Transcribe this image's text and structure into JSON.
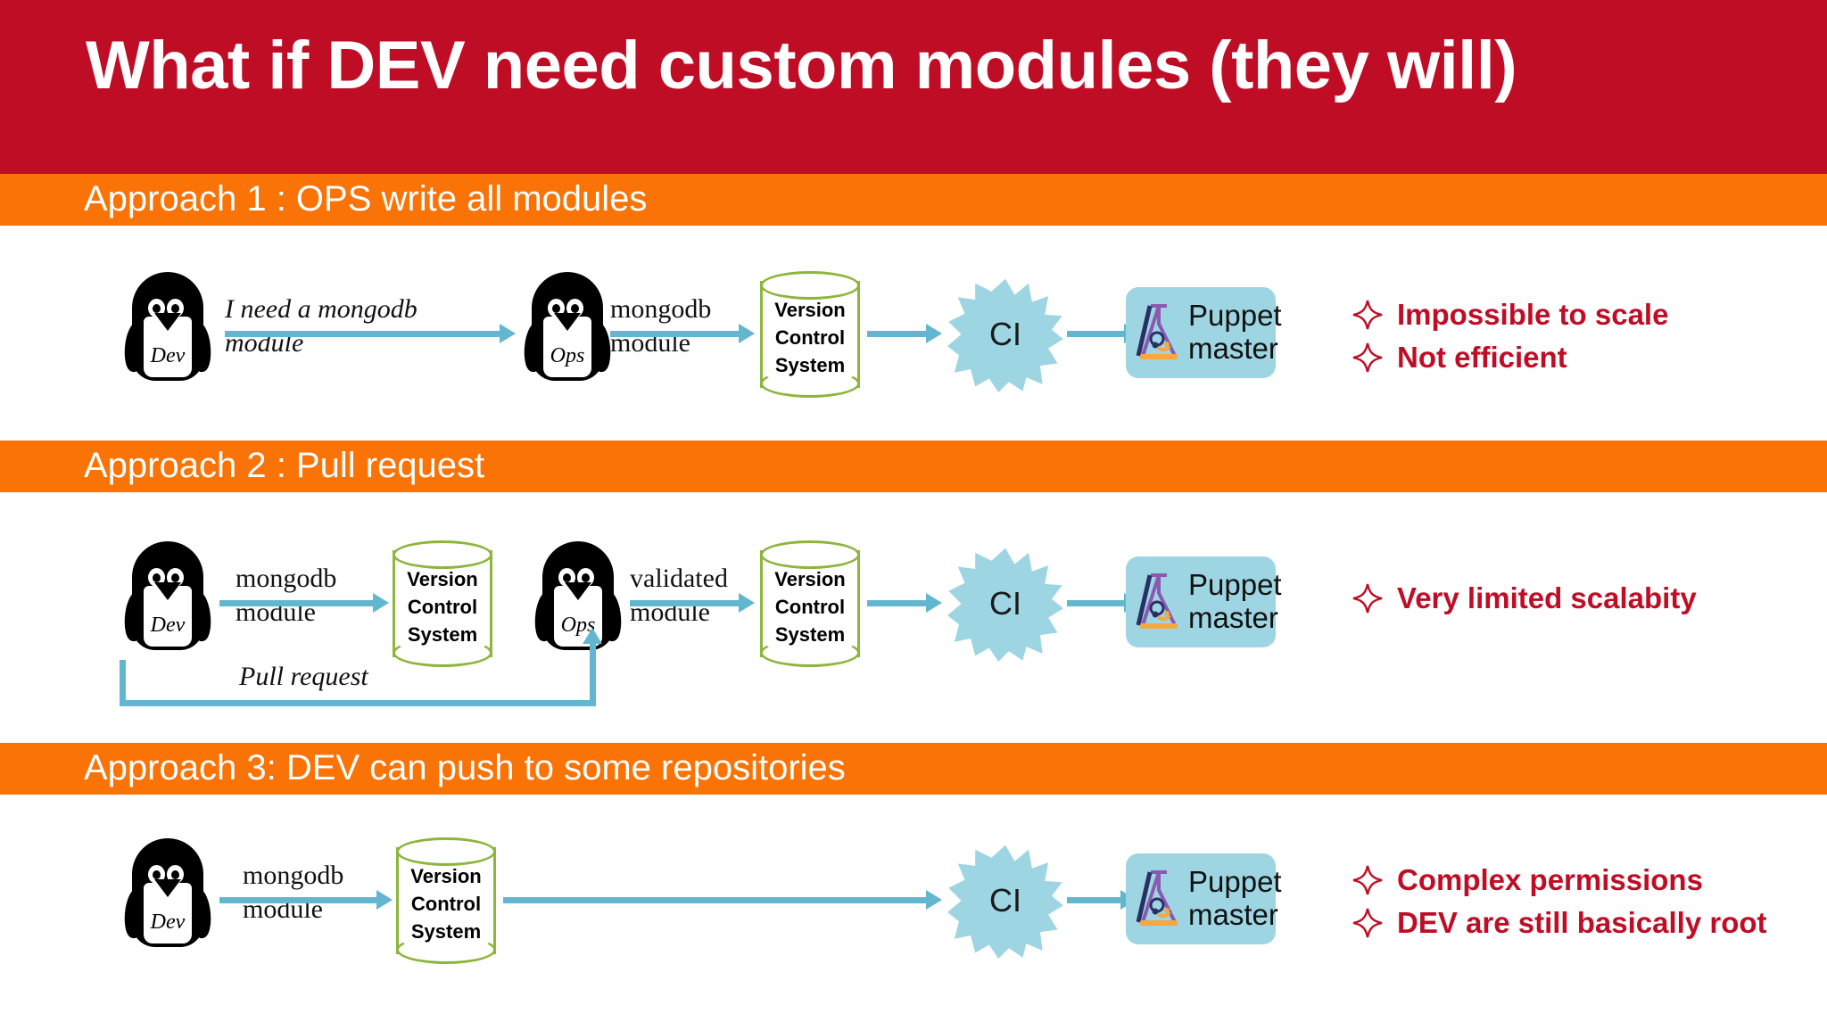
{
  "colors": {
    "title_bar": "#c00d26",
    "section_bar": "#f97306",
    "arrow": "#63b6cf",
    "cylinder_outline": "#8cb63c",
    "ci_fill": "#9ed5e3",
    "puppet_fill": "#9ed5e3",
    "bullet_red": "#c00d26",
    "background": "#ffffff"
  },
  "title": "What if DEV need custom modules (they will)",
  "sections": [
    {
      "heading": "Approach 1 : OPS write all modules",
      "nodes": {
        "dev": "Dev",
        "ops": "Ops",
        "vcs": [
          "Version",
          "Control",
          "System"
        ],
        "ci": "CI",
        "puppet": [
          "Puppet",
          "master"
        ]
      },
      "edges": [
        {
          "label": [
            "I need a mongodb",
            "module"
          ],
          "style": "italic"
        },
        {
          "label": [
            "mongodb",
            "module"
          ],
          "style": "normal"
        },
        {
          "label": [],
          "style": "normal"
        },
        {
          "label": [],
          "style": "normal"
        }
      ],
      "bullets": [
        "Impossible to scale",
        "Not efficient"
      ]
    },
    {
      "heading": "Approach 2 : Pull request",
      "nodes": {
        "dev": "Dev",
        "ops": "Ops",
        "vcs": [
          "Version",
          "Control",
          "System"
        ],
        "vcs2": [
          "Version",
          "Control",
          "System"
        ],
        "ci": "CI",
        "puppet": [
          "Puppet",
          "master"
        ]
      },
      "edges": [
        {
          "label": [
            "mongodb",
            "module"
          ],
          "style": "normal"
        },
        {
          "label": [
            "validated",
            "module"
          ],
          "style": "normal"
        },
        {
          "label": [],
          "style": "normal"
        },
        {
          "label": [],
          "style": "normal"
        },
        {
          "label": [
            "Pull request"
          ],
          "style": "italic"
        }
      ],
      "bullets": [
        "Very limited scalabity"
      ]
    },
    {
      "heading": "Approach 3: DEV can push to some repositories",
      "nodes": {
        "dev": "Dev",
        "vcs": [
          "Version",
          "Control",
          "System"
        ],
        "ci": "CI",
        "puppet": [
          "Puppet",
          "master"
        ]
      },
      "edges": [
        {
          "label": [
            "mongodb",
            "module"
          ],
          "style": "normal"
        },
        {
          "label": [],
          "style": "normal"
        },
        {
          "label": [],
          "style": "normal"
        }
      ],
      "bullets": [
        "Complex permissions",
        "DEV are still basically root"
      ]
    }
  ]
}
